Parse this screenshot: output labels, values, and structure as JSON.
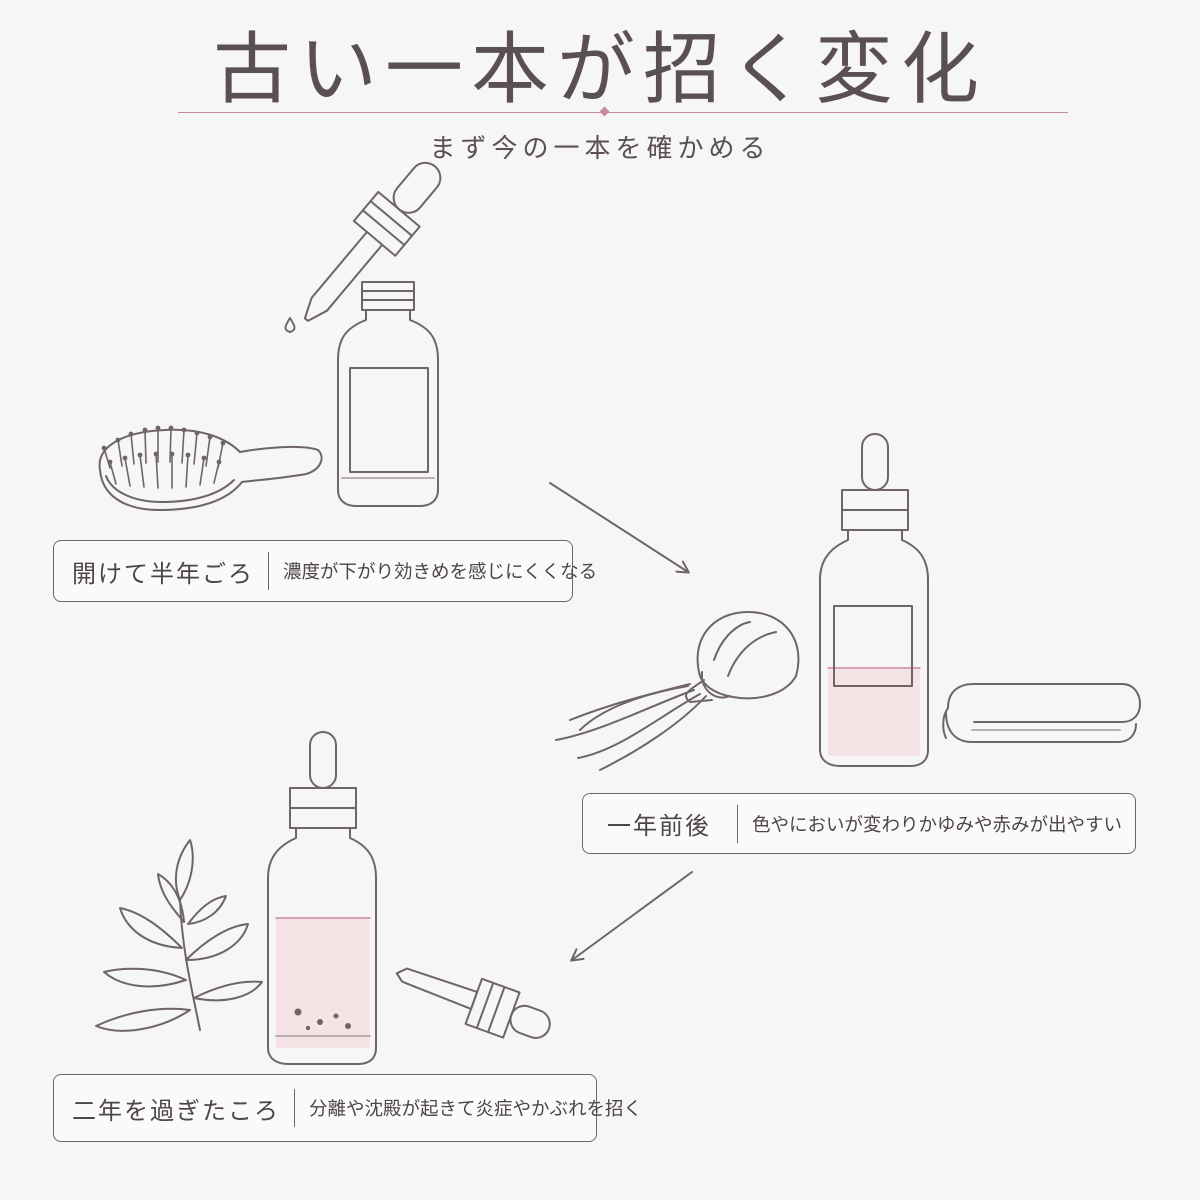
{
  "title": "古い一本が招く変化",
  "subtitle": "まず今の一本を確かめる",
  "stages": [
    {
      "label": "開けて半年ごろ",
      "description": "濃度が下がり効きめを感じにくくなる"
    },
    {
      "label": "一年前後",
      "description": "色やにおいが変わりかゆみや赤みが出やすい"
    },
    {
      "label": "二年を過ぎたころ",
      "description": "分離や沈殿が起きて炎症やかぶれを招く"
    }
  ],
  "colors": {
    "line": "#6f6569",
    "accent": "#c98aa0",
    "liquid": "#f6e3e6",
    "background": "#f6f5f7"
  },
  "icons": [
    "dropper-icon",
    "serum-bottle-icon",
    "hair-brush-icon",
    "hair-ponytail-icon",
    "folded-towel-icon",
    "leaf-branch-icon",
    "arrow-icon"
  ]
}
